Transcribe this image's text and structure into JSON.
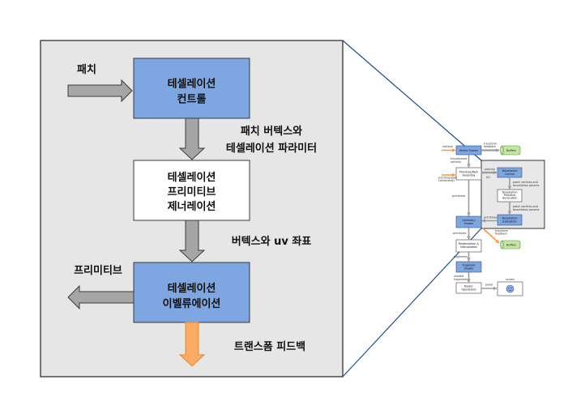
{
  "main": {
    "patch_input_label": "패치",
    "control_box": [
      "테셀레이션",
      "컨트롤"
    ],
    "control_to_generation_label": [
      "패치 버텍스와",
      "테셀레이션 파라미터"
    ],
    "generation_box": [
      "테셀레이션",
      "프리미티브",
      "제너레이션"
    ],
    "generation_to_evaluation_label": "버텍스와 uv 좌표",
    "evaluation_box": [
      "테셀레이션",
      "이벨류에이션"
    ],
    "primitive_output_label": "프리미티브",
    "transform_feedback_label": "트랜스폼 피드백"
  },
  "thumbnail": {
    "vertices_label": "vertices",
    "vertex_shader": "Vertex Shader",
    "feedback_label_1": [
      "transform",
      "feedback"
    ],
    "buffers_1": "Buffers",
    "transformed_vertices_label": [
      "transformed",
      "vertices"
    ],
    "primitive_assembly": [
      "Primitive/Path",
      "Assembly"
    ],
    "connectivity_label": [
      "primitive/path",
      "connectivity"
    ],
    "patches_label": "patches",
    "io_label": "I/O",
    "tess_control": [
      "Tessellation",
      "Control"
    ],
    "patch_params_label_1": [
      "patch vertices and",
      "tessellation params"
    ],
    "tess_primitive_generation": [
      "Tessellation",
      "Primitive",
      "Generation"
    ],
    "patch_params_label_2": [
      "patch vertices and",
      "tessellation params"
    ],
    "tess_evaluation": [
      "Tessellation",
      "Evaluation"
    ],
    "primitives_label_1": "primitives",
    "primitives_label_2": "primitives",
    "geometry_shader": [
      "Geometry",
      "Shader"
    ],
    "feedback_label_2": [
      "transform",
      "feedback"
    ],
    "buffers_2": "Buffers",
    "primitives_label_3": "primitives",
    "rasterization": [
      "Rasterization &",
      "Interpolation"
    ],
    "fragments_label": "fragments",
    "fragment_shader": [
      "Fragment",
      "Shader"
    ],
    "shaded_fragments_label": [
      "shaded",
      "fragments"
    ],
    "raster_operations": [
      "Raster",
      "Operations"
    ],
    "pixels_label": "pixels",
    "screen_label": "screen"
  },
  "colors": {
    "panel_fill": "#e6e6e6",
    "programmable_stage": "#7ea6e0",
    "fixed_stage": "#ffffff",
    "data_arrow": "#a6a6a6",
    "feedback_arrow": "#fbab62",
    "zoom_connector": "#1f4e8c",
    "buffer": "#c3e6a6",
    "highlight_frame": "#e8e8e8"
  }
}
